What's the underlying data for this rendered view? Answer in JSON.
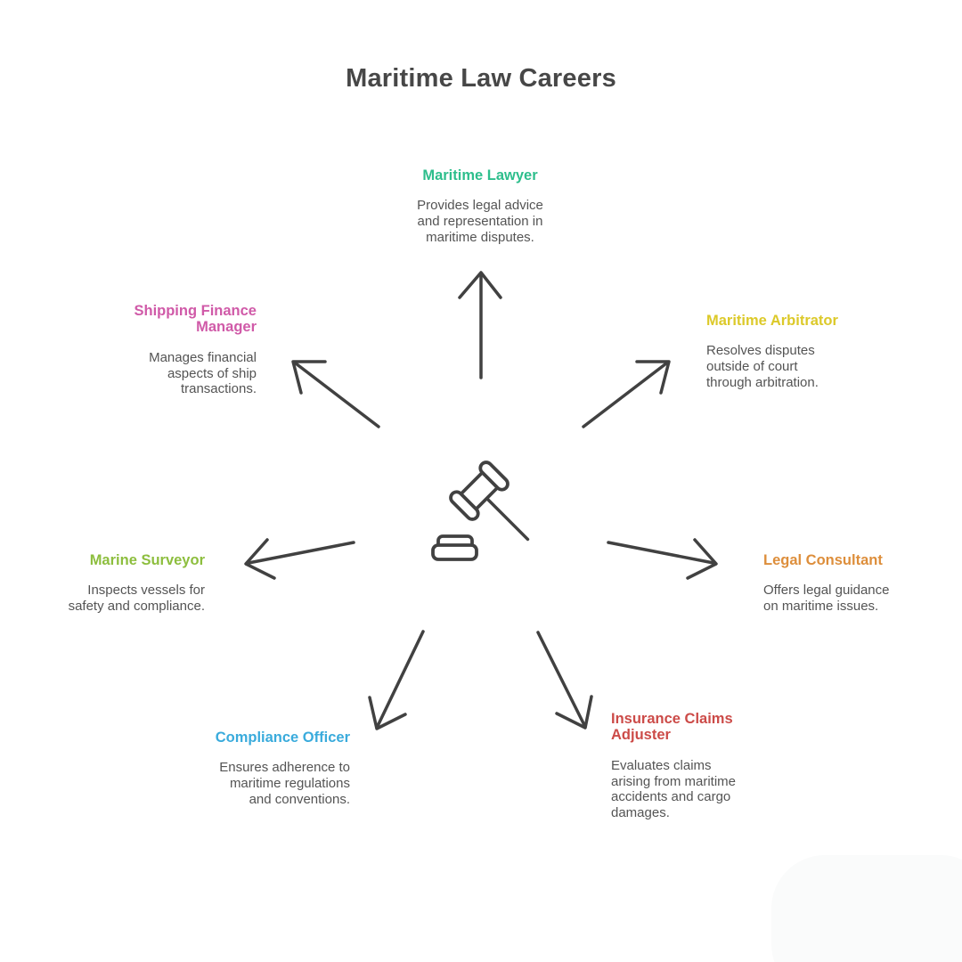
{
  "title": "Maritime Law Careers",
  "center": {
    "icon": "gavel",
    "stroke_color": "#414141"
  },
  "careers": [
    {
      "name": "Maritime Lawyer",
      "description": "Provides legal advice\nand representation in\nmaritime disputes.",
      "color": "#2DBE8C",
      "position": "top"
    },
    {
      "name": "Maritime Arbitrator",
      "description": "Resolves disputes\noutside of court\nthrough arbitration.",
      "color": "#DCC929",
      "position": "upper-right"
    },
    {
      "name": "Legal Consultant",
      "description": "Offers legal guidance\non maritime issues.",
      "color": "#DD8E3B",
      "position": "right"
    },
    {
      "name": "Insurance Claims Adjuster",
      "description": "Evaluates claims\narising from maritime\naccidents and cargo\ndamages.",
      "color": "#CC4B48",
      "position": "lower-right"
    },
    {
      "name": "Compliance Officer",
      "description": "Ensures adherence to\nmaritime regulations\nand conventions.",
      "color": "#3AABDC",
      "position": "lower-left"
    },
    {
      "name": "Marine Surveyor",
      "description": "Inspects vessels for\nsafety and compliance.",
      "color": "#8DBE3E",
      "position": "left"
    },
    {
      "name": "Shipping Finance Manager",
      "description": "Manages financial\naspects of ship\ntransactions.",
      "color": "#D05AA8",
      "position": "upper-left"
    }
  ]
}
